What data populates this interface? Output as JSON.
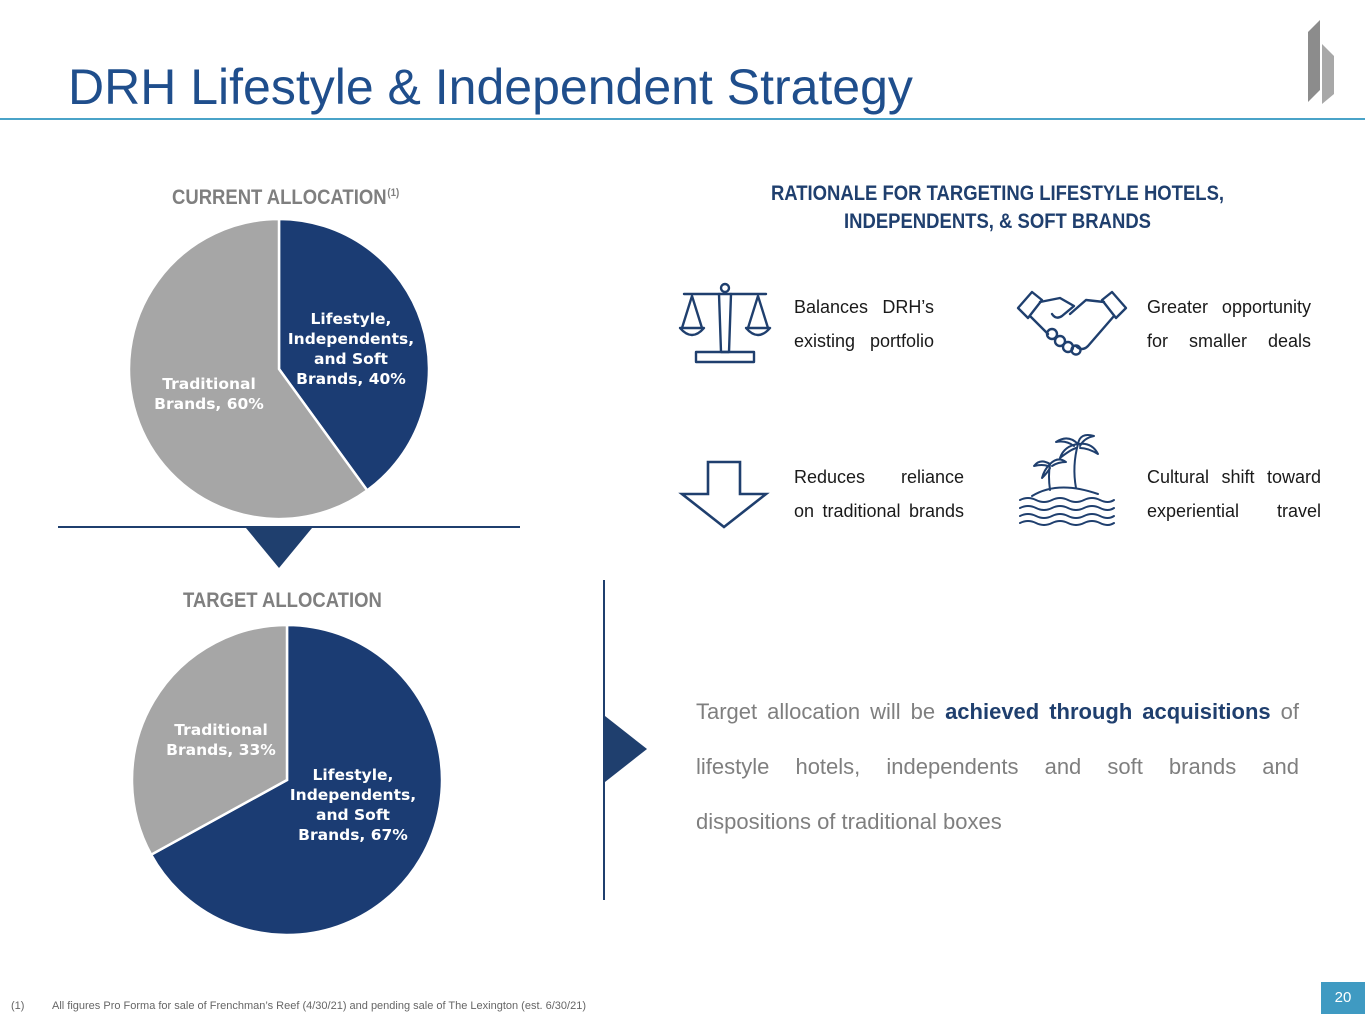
{
  "header": {
    "title": "DRH Lifestyle & Independent Strategy"
  },
  "current_allocation": {
    "label": "CURRENT ALLOCATION",
    "footnote_ref": "(1)"
  },
  "target_allocation": {
    "label": "TARGET ALLOCATION"
  },
  "chart_data": [
    {
      "type": "pie",
      "title": "CURRENT ALLOCATION",
      "categories": [
        "Lifestyle, Independents, and Soft Brands",
        "Traditional Brands"
      ],
      "values": [
        40,
        60
      ],
      "labels": [
        [
          "Lifestyle,",
          "Independents,",
          "and Soft",
          "Brands, 40%"
        ],
        [
          "Traditional",
          "Brands, 60%"
        ]
      ],
      "colors": [
        "#1b3c73",
        "#a6a6a6"
      ]
    },
    {
      "type": "pie",
      "title": "TARGET ALLOCATION",
      "categories": [
        "Lifestyle, Independents, and Soft Brands",
        "Traditional Brands"
      ],
      "values": [
        67,
        33
      ],
      "labels": [
        [
          "Lifestyle,",
          "Independents,",
          "and Soft",
          "Brands, 67%"
        ],
        [
          "Traditional",
          "Brands, 33%"
        ]
      ],
      "colors": [
        "#1b3c73",
        "#a6a6a6"
      ]
    }
  ],
  "rationale": {
    "heading_line1": "RATIONALE FOR TARGETING LIFESTYLE HOTELS,",
    "heading_line2": "INDEPENDENTS, & SOFT BRANDS",
    "items": [
      {
        "icon": "scales-icon",
        "line1": "Balances DRH’s",
        "line2": "existing portfolio"
      },
      {
        "icon": "handshake-icon",
        "line1": "Greater opportunity",
        "line2": "for smaller deals"
      },
      {
        "icon": "down-arrow-icon",
        "line1": "Reduces reliance",
        "line2": "on traditional brands"
      },
      {
        "icon": "island-icon",
        "line1": "Cultural shift toward",
        "line2": "experiential travel"
      }
    ]
  },
  "summary": {
    "part1": "Target allocation will be ",
    "emphasis": "achieved through acquisitions",
    "part2": " of lifestyle hotels, independents and soft brands and dispositions of traditional boxes"
  },
  "footnote": {
    "mark": "(1)",
    "text": "All figures Pro Forma for sale of Frenchman’s Reef (4/30/21) and pending sale of The Lexington (est. 6/30/21)"
  },
  "page_number": "20",
  "colors": {
    "title": "#1f4e8c",
    "navy": "#1b3c73",
    "gray": "#a6a6a6",
    "accent_rule": "#4aa3c8",
    "page_badge": "#3f9ac2"
  }
}
